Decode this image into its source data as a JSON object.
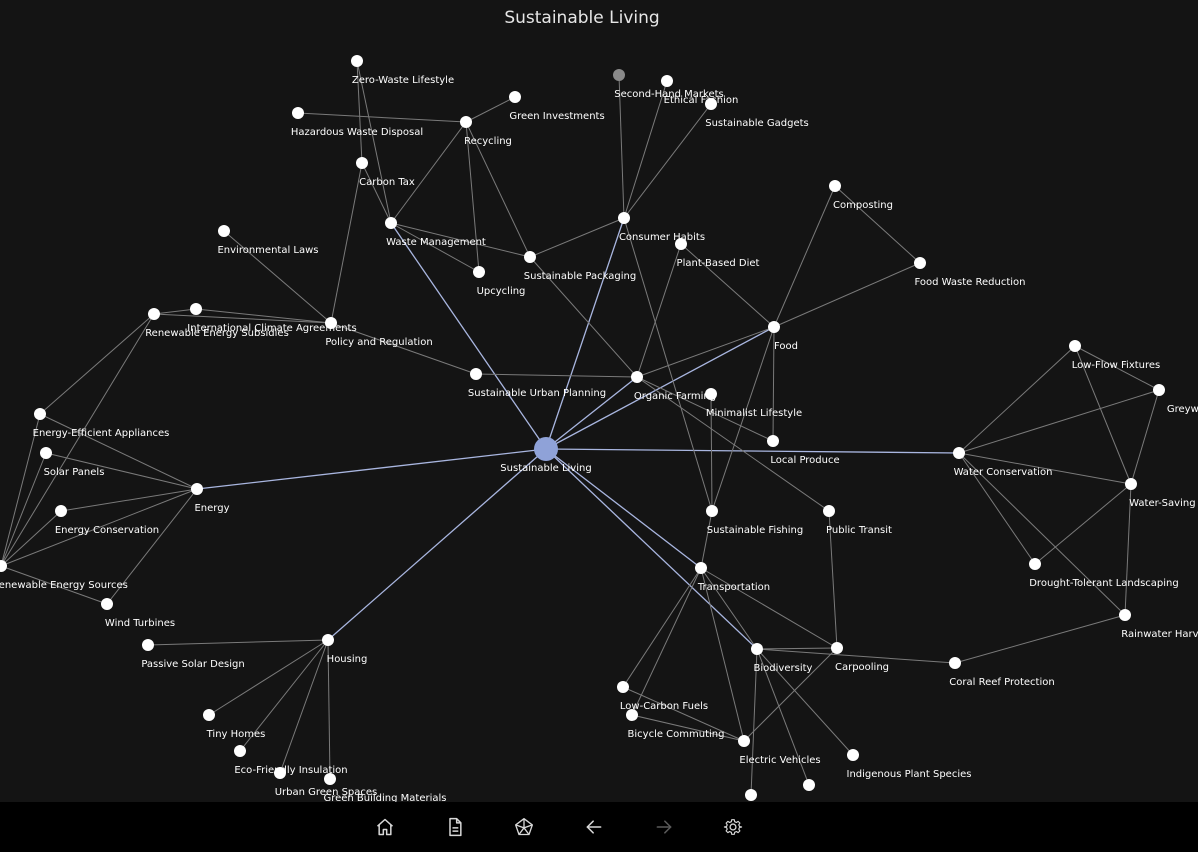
{
  "title": "Sustainable Living",
  "colors": {
    "background": "#141414",
    "edge": "#7a7a7a",
    "highlight_edge": "#a9b6e0",
    "node": "#ffffff",
    "center_node": "#8fa2d8",
    "dim_node": "#8a8a8a",
    "label": "#ffffff",
    "toolbar": "#000000",
    "icon": "#d8d8d8",
    "icon_disabled": "#5a5a5a"
  },
  "graph": {
    "center": "Sustainable Living",
    "nodes": [
      {
        "id": "sl",
        "label": "Sustainable Living"
      },
      {
        "id": "energy",
        "label": "Energy"
      },
      {
        "id": "food",
        "label": "Food"
      },
      {
        "id": "water",
        "label": "Water Conservation"
      },
      {
        "id": "transport",
        "label": "Transportation"
      },
      {
        "id": "housing",
        "label": "Housing"
      },
      {
        "id": "consumer",
        "label": "Consumer Habits"
      },
      {
        "id": "waste",
        "label": "Waste Management"
      },
      {
        "id": "policy",
        "label": "Policy and Regulation"
      },
      {
        "id": "biodiversity",
        "label": "Biodiversity"
      },
      {
        "id": "urbanplan",
        "label": "Sustainable Urban Planning"
      },
      {
        "id": "zerowaste",
        "label": "Zero-Waste Lifestyle"
      },
      {
        "id": "hazwaste",
        "label": "Hazardous Waste Disposal"
      },
      {
        "id": "recycling",
        "label": "Recycling"
      },
      {
        "id": "greeninv",
        "label": "Green Investments"
      },
      {
        "id": "carbontax",
        "label": "Carbon Tax"
      },
      {
        "id": "envlaws",
        "label": "Environmental Laws"
      },
      {
        "id": "upcycling",
        "label": "Upcycling"
      },
      {
        "id": "packaging",
        "label": "Sustainable Packaging"
      },
      {
        "id": "secondhand",
        "label": "Second-Hand Markets"
      },
      {
        "id": "ethical",
        "label": "Ethical Fashion"
      },
      {
        "id": "gadgets",
        "label": "Sustainable Gadgets"
      },
      {
        "id": "plantdiet",
        "label": "Plant-Based Diet"
      },
      {
        "id": "composting",
        "label": "Composting"
      },
      {
        "id": "foodwaste",
        "label": "Food Waste Reduction"
      },
      {
        "id": "intlclimate",
        "label": "International Climate Agreements"
      },
      {
        "id": "resubsidies",
        "label": "Renewable Energy Subsidies"
      },
      {
        "id": "organic",
        "label": "Organic Farming"
      },
      {
        "id": "minimalist",
        "label": "Minimalist Lifestyle"
      },
      {
        "id": "localproduce",
        "label": "Local Produce"
      },
      {
        "id": "lowflow",
        "label": "Low-Flow Fixtures"
      },
      {
        "id": "greywater",
        "label": "Greywater"
      },
      {
        "id": "watersaving",
        "label": "Water-Saving T"
      },
      {
        "id": "drought",
        "label": "Drought-Tolerant Landscaping"
      },
      {
        "id": "rainwater",
        "label": "Rainwater Harve"
      },
      {
        "id": "effappliances",
        "label": "Energy-Efficient Appliances"
      },
      {
        "id": "solarpanels",
        "label": "Solar Panels"
      },
      {
        "id": "energycons",
        "label": "Energy Conservation"
      },
      {
        "id": "renewable",
        "label": "Renewable Energy Sources"
      },
      {
        "id": "windturbines",
        "label": "Wind Turbines"
      },
      {
        "id": "passivesolar",
        "label": "Passive Solar Design"
      },
      {
        "id": "fishing",
        "label": "Sustainable Fishing"
      },
      {
        "id": "publictransit",
        "label": "Public Transit"
      },
      {
        "id": "carpooling",
        "label": "Carpooling"
      },
      {
        "id": "coralreef",
        "label": "Coral Reef Protection"
      },
      {
        "id": "lowcarbon",
        "label": "Low-Carbon Fuels"
      },
      {
        "id": "bicycle",
        "label": "Bicycle Commuting"
      },
      {
        "id": "ev",
        "label": "Electric Vehicles"
      },
      {
        "id": "indigenous",
        "label": "Indigenous Plant Species"
      },
      {
        "id": "tinyhomes",
        "label": "Tiny Homes"
      },
      {
        "id": "insulation",
        "label": "Eco-Friendly Insulation"
      },
      {
        "id": "greenspaces",
        "label": "Urban Green Spaces"
      },
      {
        "id": "buildmat",
        "label": "Green Building Materials"
      },
      {
        "id": "extra1",
        "label": ""
      },
      {
        "id": "extra2",
        "label": ""
      }
    ],
    "edges": [
      [
        "sl",
        "energy"
      ],
      [
        "sl",
        "food"
      ],
      [
        "sl",
        "water"
      ],
      [
        "sl",
        "transport"
      ],
      [
        "sl",
        "housing"
      ],
      [
        "sl",
        "consumer"
      ],
      [
        "sl",
        "waste"
      ],
      [
        "sl",
        "biodiversity"
      ],
      [
        "sl",
        "organic"
      ],
      [
        "energy",
        "effappliances"
      ],
      [
        "energy",
        "solarpanels"
      ],
      [
        "energy",
        "energycons"
      ],
      [
        "energy",
        "renewable"
      ],
      [
        "energy",
        "windturbines"
      ],
      [
        "renewable",
        "effappliances"
      ],
      [
        "renewable",
        "solarpanels"
      ],
      [
        "renewable",
        "resubsidies"
      ],
      [
        "renewable",
        "energycons"
      ],
      [
        "renewable",
        "windturbines"
      ],
      [
        "effappliances",
        "resubsidies"
      ],
      [
        "policy",
        "carbontax"
      ],
      [
        "policy",
        "envlaws"
      ],
      [
        "policy",
        "intlclimate"
      ],
      [
        "policy",
        "resubsidies"
      ],
      [
        "policy",
        "urbanplan"
      ],
      [
        "resubsidies",
        "intlclimate"
      ],
      [
        "waste",
        "zerowaste"
      ],
      [
        "waste",
        "recycling"
      ],
      [
        "waste",
        "carbontax"
      ],
      [
        "waste",
        "upcycling"
      ],
      [
        "waste",
        "packaging"
      ],
      [
        "recycling",
        "hazwaste"
      ],
      [
        "recycling",
        "greeninv"
      ],
      [
        "recycling",
        "upcycling"
      ],
      [
        "recycling",
        "packaging"
      ],
      [
        "carbontax",
        "zerowaste"
      ],
      [
        "consumer",
        "secondhand"
      ],
      [
        "consumer",
        "ethical"
      ],
      [
        "consumer",
        "gadgets"
      ],
      [
        "consumer",
        "packaging"
      ],
      [
        "consumer",
        "fishing"
      ],
      [
        "food",
        "composting"
      ],
      [
        "food",
        "foodwaste"
      ],
      [
        "food",
        "localproduce"
      ],
      [
        "food",
        "plantdiet"
      ],
      [
        "food",
        "organic"
      ],
      [
        "food",
        "fishing"
      ],
      [
        "composting",
        "foodwaste"
      ],
      [
        "organic",
        "plantdiet"
      ],
      [
        "organic",
        "urbanplan"
      ],
      [
        "organic",
        "localproduce"
      ],
      [
        "organic",
        "packaging"
      ],
      [
        "organic",
        "publictransit"
      ],
      [
        "minimalist",
        "fishing"
      ],
      [
        "water",
        "lowflow"
      ],
      [
        "water",
        "greywater"
      ],
      [
        "water",
        "watersaving"
      ],
      [
        "water",
        "drought"
      ],
      [
        "water",
        "rainwater"
      ],
      [
        "lowflow",
        "greywater"
      ],
      [
        "lowflow",
        "watersaving"
      ],
      [
        "greywater",
        "watersaving"
      ],
      [
        "watersaving",
        "drought"
      ],
      [
        "watersaving",
        "rainwater"
      ],
      [
        "rainwater",
        "coralreef"
      ],
      [
        "transport",
        "fishing"
      ],
      [
        "transport",
        "carpooling"
      ],
      [
        "transport",
        "lowcarbon"
      ],
      [
        "transport",
        "bicycle"
      ],
      [
        "transport",
        "ev"
      ],
      [
        "transport",
        "biodiversity"
      ],
      [
        "biodiversity",
        "coralreef"
      ],
      [
        "biodiversity",
        "indigenous"
      ],
      [
        "biodiversity",
        "extra1"
      ],
      [
        "biodiversity",
        "extra2"
      ],
      [
        "biodiversity",
        "carpooling"
      ],
      [
        "publictransit",
        "carpooling"
      ],
      [
        "carpooling",
        "ev"
      ],
      [
        "lowcarbon",
        "ev"
      ],
      [
        "bicycle",
        "ev"
      ],
      [
        "housing",
        "passivesolar"
      ],
      [
        "housing",
        "tinyhomes"
      ],
      [
        "housing",
        "insulation"
      ],
      [
        "housing",
        "greenspaces"
      ],
      [
        "housing",
        "buildmat"
      ]
    ],
    "highlight_edges": [
      [
        "sl",
        "energy"
      ],
      [
        "sl",
        "food"
      ],
      [
        "sl",
        "water"
      ],
      [
        "sl",
        "transport"
      ],
      [
        "sl",
        "housing"
      ],
      [
        "sl",
        "consumer"
      ],
      [
        "sl",
        "waste"
      ],
      [
        "sl",
        "biodiversity"
      ],
      [
        "sl",
        "organic"
      ]
    ]
  },
  "toolbar": {
    "buttons": [
      {
        "id": "home",
        "icon": "home-icon",
        "disabled": false
      },
      {
        "id": "document",
        "icon": "document-icon",
        "disabled": false
      },
      {
        "id": "network",
        "icon": "network-icon",
        "disabled": false
      },
      {
        "id": "back",
        "icon": "arrow-left-icon",
        "disabled": false
      },
      {
        "id": "forward",
        "icon": "arrow-right-icon",
        "disabled": true
      },
      {
        "id": "settings",
        "icon": "gear-icon",
        "disabled": false
      }
    ]
  }
}
